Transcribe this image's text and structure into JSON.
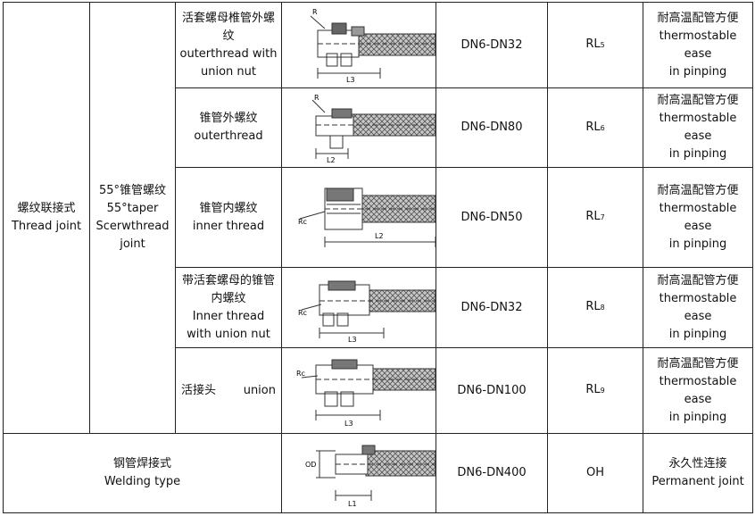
{
  "group_thread": {
    "cn": "螺纹联接式",
    "en": "Thread joint"
  },
  "group_taper": {
    "cn": "55°锥管螺纹",
    "en1": "55°taper",
    "en2": "Scerwthread",
    "en3": "joint"
  },
  "rows": [
    {
      "type_lines": [
        "活套螺母椎管外螺",
        "纹",
        "outerthread with",
        "union nut"
      ],
      "size": "DN6-DN32",
      "code": "RL",
      "code_sub": "5",
      "remark_cn": "耐高温配管方便",
      "remark_en1": "thermostable ease",
      "remark_en2": "in pinping",
      "labels": [
        "R",
        "L3"
      ]
    },
    {
      "type_lines": [
        "锥管外螺纹",
        "outerthread"
      ],
      "size": "DN6-DN80",
      "code": "RL",
      "code_sub": "6",
      "remark_cn": "耐高温配管方便",
      "remark_en1": "thermostable ease",
      "remark_en2": "in pinping",
      "labels": [
        "R",
        "L2"
      ]
    },
    {
      "type_lines": [
        "锥管内螺纹",
        "inner thread"
      ],
      "size": "DN6-DN50",
      "code": "RL",
      "code_sub": "7",
      "remark_cn": "耐高温配管方便",
      "remark_en1": "thermostable ease",
      "remark_en2": "in pinping",
      "labels": [
        "Rc",
        "L2"
      ]
    },
    {
      "type_lines": [
        "带活套螺母的锥管",
        "内螺纹",
        "Inner thread",
        "with union nut"
      ],
      "size": "DN6-DN32",
      "code": "RL",
      "code_sub": "8",
      "remark_cn": "耐高温配管方便",
      "remark_en1": "thermostable ease",
      "remark_en2": "in pinping",
      "labels": [
        "Rc",
        "L3"
      ]
    },
    {
      "type_left": "活接头",
      "type_right": "union",
      "size": "DN6-DN100",
      "code": "RL",
      "code_sub": "9",
      "remark_cn": "耐高温配管方便",
      "remark_en1": "thermostable ease",
      "remark_en2": "in pinping",
      "labels": [
        "Rc",
        "L3"
      ]
    }
  ],
  "welding": {
    "cn": "钢管焊接式",
    "en": "Welding type",
    "size": "DN6-DN400",
    "code": "OH",
    "remark_cn": "永久性连接",
    "remark_en": "Permanent joint",
    "labels": [
      "OD",
      "L1"
    ]
  }
}
